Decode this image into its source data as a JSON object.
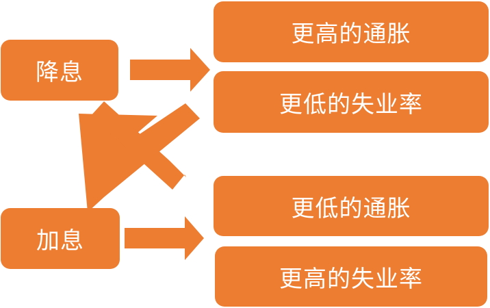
{
  "colors": {
    "box_fill": "#ED7D31",
    "box_text": "#FFFFFF",
    "arrow_fill": "#ED7D31",
    "background": "#FFFFFF"
  },
  "left_nodes": {
    "rate_cut": "降息",
    "rate_hike": "加息"
  },
  "right_nodes": {
    "higher_inflation": "更高的通胀",
    "lower_unemployment": "更低的失业率",
    "lower_inflation": "更低的通胀",
    "higher_unemployment": "更高的失业率"
  }
}
